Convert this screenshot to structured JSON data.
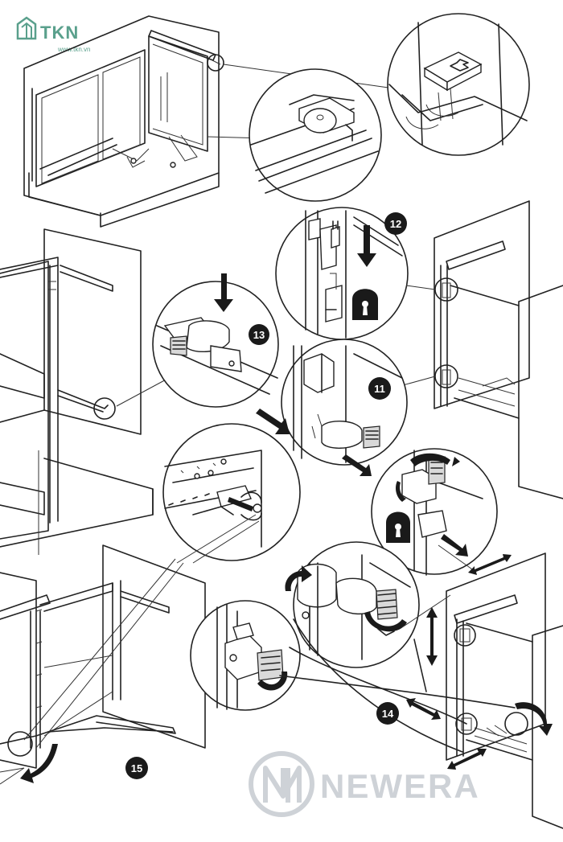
{
  "watermark_top": {
    "brand": "TKN",
    "url": "www.tkn.vn"
  },
  "watermark_bottom": {
    "brand": "NEWERA"
  },
  "step_labels": {
    "s11": "11",
    "s12": "12",
    "s13": "13",
    "s14": "14",
    "s15": "15"
  },
  "colors": {
    "line": "#222222",
    "background": "#ffffff",
    "watermark_green": "#5aa08c",
    "watermark_grey": "#c9ced3"
  }
}
